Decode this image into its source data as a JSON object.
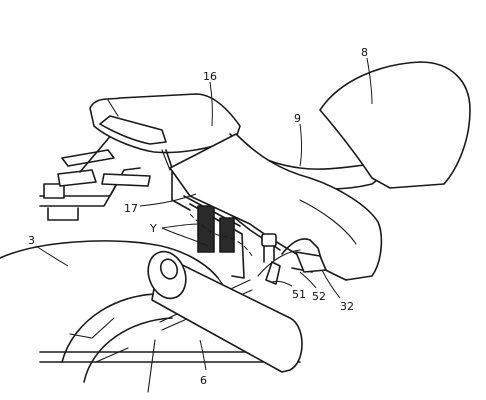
{
  "figure": {
    "reference_labels": {
      "l8": "8",
      "l16": "16",
      "l9": "9",
      "l17": "17",
      "lY": "Y",
      "l3": "3",
      "l51": "51",
      "l52": "52",
      "l32": "32",
      "l6": "6"
    },
    "line_color": "#1a1a1a",
    "background": "#ffffff"
  }
}
